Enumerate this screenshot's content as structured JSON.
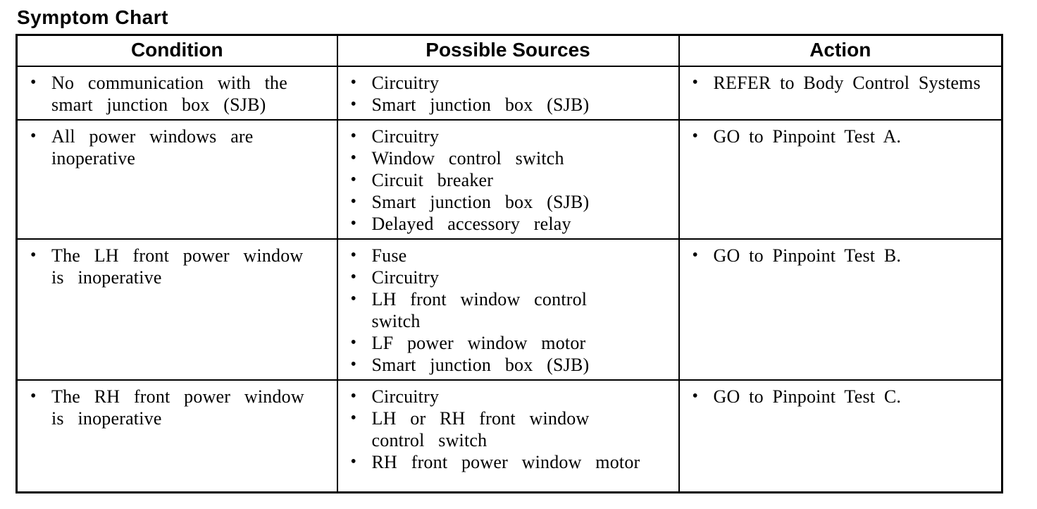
{
  "title": "Symptom Chart",
  "table": {
    "headers": [
      "Condition",
      "Possible Sources",
      "Action"
    ],
    "rows": [
      {
        "condition": [
          "No communication with the smart junction box (SJB)"
        ],
        "sources": [
          "Circuitry",
          "Smart junction box (SJB)"
        ],
        "action": [
          "REFER to Body Control Systems"
        ]
      },
      {
        "condition": [
          "All power windows are inoperative"
        ],
        "sources": [
          "Circuitry",
          "Window control switch",
          "Circuit breaker",
          "Smart junction box (SJB)",
          "Delayed accessory relay"
        ],
        "action": [
          "GO to Pinpoint Test A."
        ]
      },
      {
        "condition": [
          "The LH front power window is inoperative"
        ],
        "sources": [
          "Fuse",
          "Circuitry",
          "LH front window control switch",
          "LF power window motor",
          "Smart junction box (SJB)"
        ],
        "action": [
          "GO to Pinpoint Test B."
        ]
      },
      {
        "condition": [
          "The RH front power window is inoperative"
        ],
        "sources": [
          "Circuitry",
          "LH or RH front window control switch",
          "RH front power window motor"
        ],
        "action": [
          "GO to Pinpoint Test C."
        ]
      }
    ]
  }
}
